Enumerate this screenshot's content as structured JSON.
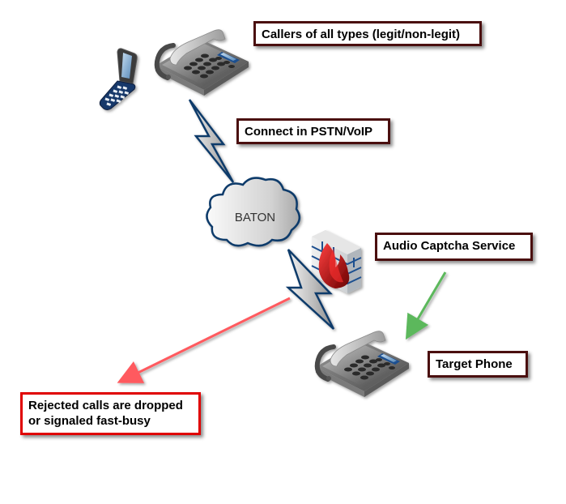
{
  "diagram": {
    "nodes": {
      "callers_label": "Callers of all types (legit/non-legit)",
      "connect_label": "Connect in PSTN/VoIP",
      "cloud_label": "BATON",
      "captcha_label": "Audio Captcha Service",
      "target_label": "Target Phone",
      "rejected_label_line1": "Rejected calls are dropped",
      "rejected_label_line2": "or signaled fast-busy"
    },
    "icons": [
      "mobile-phone-icon",
      "desk-phone-icon",
      "lightning-link-icon",
      "cloud-icon",
      "firewall-icon",
      "target-desk-phone-icon"
    ],
    "arrows": [
      {
        "from": "Audio Captcha Service",
        "to": "Target Phone",
        "color": "#5cb85c"
      },
      {
        "from": "Firewall link",
        "to": "Rejected calls are dropped or signaled fast-busy",
        "color": "#ff5a5f"
      }
    ],
    "colors": {
      "label_border_dark": "#4a0f0f",
      "label_border_red": "#e00000",
      "link_outline": "#0f3a6b",
      "flame": "#cc0000",
      "green_arrow": "#5cb85c",
      "red_arrow": "#ff5a5f"
    }
  }
}
